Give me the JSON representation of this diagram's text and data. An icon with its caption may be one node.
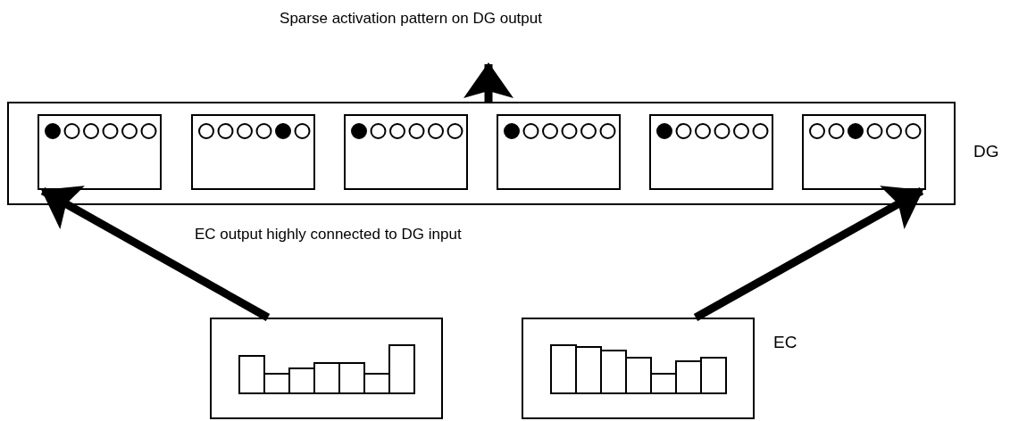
{
  "diagram": {
    "nodes": [
      {
        "text": [],
        "shape": "box",
        "beside": [
          "DG"
        ]
      },
      {
        "text": [],
        "shape": "box",
        "in": 0
      },
      {
        "text": [],
        "shape": "box",
        "in": 0
      },
      {
        "text": [],
        "shape": "box",
        "in": 0
      },
      {
        "text": [],
        "shape": "box",
        "in": 0
      },
      {
        "text": [],
        "shape": "box",
        "in": 0
      },
      {
        "text": [],
        "shape": "box",
        "in": 0
      },
      {
        "text": [],
        "shape": "box"
      },
      {
        "text": [],
        "shape": "box"
      }
    ],
    "edges": [
      {
        "from": 0,
        "to": null,
        "arrow": "to",
        "label": "Sparse activation pattern on DG output"
      },
      {
        "from": 7,
        "to": 1,
        "arrow": "to"
      },
      {
        "from": 8,
        "to": 6,
        "arrow": "to"
      }
    ],
    "labels": [
      "EC output highly connected to DG input",
      "EC"
    ]
  }
}
